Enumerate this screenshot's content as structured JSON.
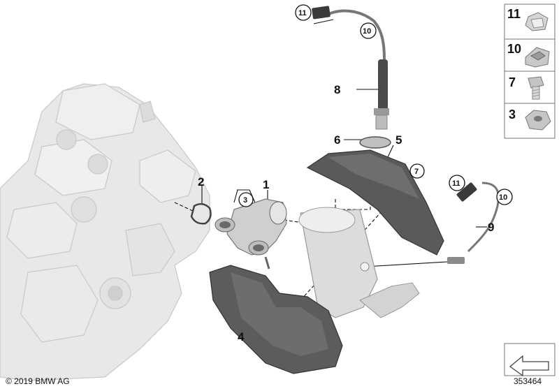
{
  "callouts": {
    "c1": "1",
    "c2": "2",
    "c3": "3",
    "c4": "4",
    "c5": "5",
    "c6": "6",
    "c7": "7",
    "c8": "8",
    "c9": "9",
    "c10a": "10",
    "c11a": "11",
    "c10b": "10",
    "c11b": "11"
  },
  "legend": [
    {
      "num": "11",
      "icon": "clip-icon"
    },
    {
      "num": "10",
      "icon": "bracket-clip-icon"
    },
    {
      "num": "7",
      "icon": "bolt-icon"
    },
    {
      "num": "3",
      "icon": "nut-icon"
    }
  ],
  "footer": {
    "copyright": "© 2019 BMW AG",
    "image_number": "353464"
  },
  "colors": {
    "part_fill": "#d9d9d9",
    "part_dark": "#4a4a4a",
    "engine_ghost": "#e6e6e6",
    "line": "#111111"
  }
}
